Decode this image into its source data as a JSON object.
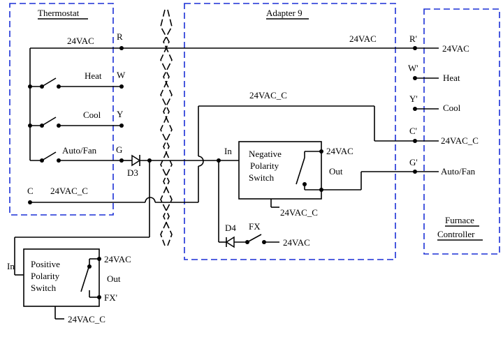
{
  "title_thermostat": "Thermostat",
  "title_adapter": "Adapter 9",
  "title_furnace_line1": "Furnace",
  "title_furnace_line2": "Controller",
  "thermostat": {
    "terminal_r": "R",
    "terminal_w": "W",
    "terminal_y": "Y",
    "terminal_g": "G",
    "terminal_c": "C",
    "label_24vac": "24VAC",
    "label_heat": "Heat",
    "label_cool": "Cool",
    "label_autofan": "Auto/Fan",
    "label_24vac_c": "24VAC_C"
  },
  "adapter": {
    "label_24vac_top": "24VAC",
    "label_24vac_c_top": "24VAC_C",
    "label_in": "In",
    "neg_switch_line1": "Negative",
    "neg_switch_line2": "Polarity",
    "neg_switch_line3": "Switch",
    "neg_24vac": "24VAC",
    "neg_out": "Out",
    "neg_24vac_c": "24VAC_C",
    "diode_d3": "D3",
    "diode_d4": "D4",
    "label_fx": "FX",
    "fx_24vac": "24VAC"
  },
  "furnace": {
    "terminal_r": "R'",
    "terminal_w": "W'",
    "terminal_y": "Y'",
    "terminal_c": "C'",
    "terminal_g": "G'",
    "label_24vac": "24VAC",
    "label_heat": "Heat",
    "label_cool": "Cool",
    "label_24vac_c": "24VAC_C",
    "label_autofan": "Auto/Fan"
  },
  "positive_switch": {
    "label_in": "In",
    "line1": "Positive",
    "line2": "Polarity",
    "line3": "Switch",
    "label_24vac": "24VAC",
    "label_out": "Out",
    "label_fx": "FX'",
    "label_24vac_c": "24VAC_C"
  }
}
